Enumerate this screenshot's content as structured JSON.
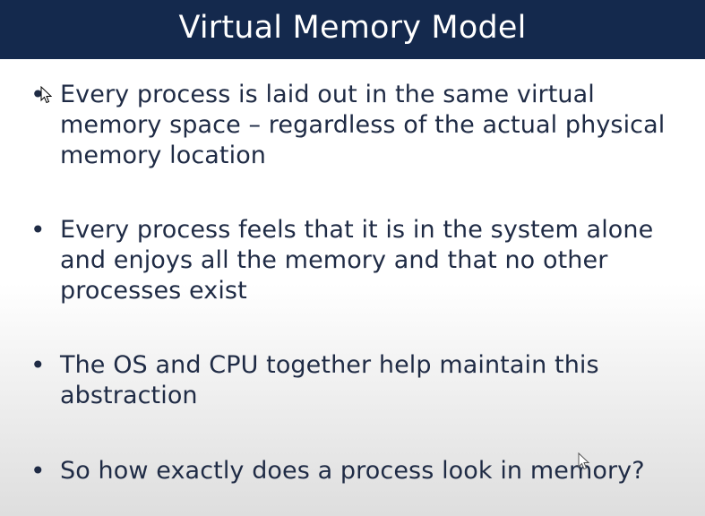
{
  "slide": {
    "title": "Virtual Memory Model",
    "bullet_glyph": "•",
    "bullets": [
      {
        "text": "Every process is laid out in the same virtual memory space – regardless of the actual physical memory location"
      },
      {
        "text": "Every process feels that it is in the system alone and enjoys all the memory and that no other processes exist"
      },
      {
        "text": "The OS and CPU together help maintain this abstraction"
      },
      {
        "text": "So how exactly does a process look in memory?"
      }
    ]
  },
  "colors": {
    "title_bar": "#14294d",
    "title_text": "#ffffff",
    "body_text": "#1f2b45"
  },
  "icons": [
    "mouse-pointer-icon"
  ]
}
